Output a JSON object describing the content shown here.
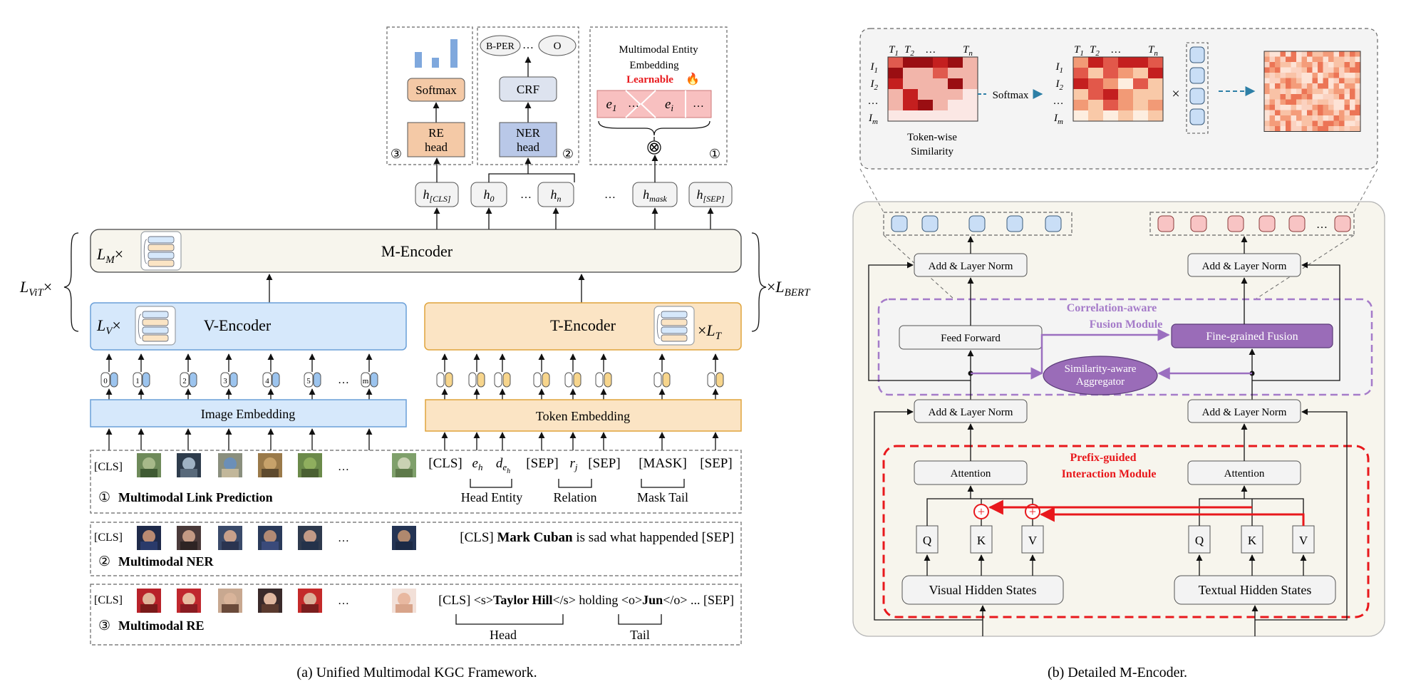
{
  "caption_a": "(a)  Unified Multimodal KGC Framework.",
  "caption_b": "(b)  Detailed M-Encoder.",
  "m_encoder": {
    "label": "M-Encoder",
    "repeat_prefix": "L",
    "repeat_sub": "M",
    "times": "×"
  },
  "v_encoder": {
    "label": "V-Encoder",
    "repeat_prefix": "L",
    "repeat_sub": "V",
    "times": "×"
  },
  "t_encoder": {
    "label": "T-Encoder",
    "repeat_prefix": "L",
    "repeat_sub": "T",
    "times": "×"
  },
  "side_left": {
    "prefix": "L",
    "sub": "ViT",
    "times": "×"
  },
  "side_right": {
    "prefix": "L",
    "sub": "BERT",
    "times": "×"
  },
  "image_embedding": "Image Embedding",
  "token_embedding": "Token Embedding",
  "image_patch_indices": [
    "0",
    "1",
    "2",
    "3",
    "4",
    "5",
    "…",
    "m"
  ],
  "top_panels": {
    "re": {
      "head": [
        "RE",
        "head"
      ],
      "softmax": "Softmax",
      "num": "③",
      "bar_heights": [
        0.55,
        0.35,
        1.0
      ]
    },
    "ner": {
      "head": [
        "NER",
        "head"
      ],
      "crf": "CRF",
      "tags": [
        "B-PER",
        "…",
        "O"
      ],
      "num": "②"
    },
    "mm": {
      "title1": "Multimodal Entity",
      "title2": "Embedding",
      "learnable": "Learnable",
      "fire": "🔥",
      "num": "①",
      "cells": [
        "e",
        "…",
        "e",
        "…"
      ],
      "cell_subs": [
        "1",
        "",
        "i",
        ""
      ],
      "otimes": "⊗"
    }
  },
  "hidden_states": [
    {
      "base": "h",
      "sub": "[CLS]"
    },
    {
      "base": "h",
      "sub": "0"
    },
    {
      "base": "…",
      "sub": ""
    },
    {
      "base": "h",
      "sub": "n"
    },
    {
      "base": "…",
      "sub": ""
    },
    {
      "base": "h",
      "sub": "mask"
    },
    {
      "base": "h",
      "sub": "[SEP]"
    }
  ],
  "link_pred": {
    "cls": "[CLS]",
    "ellipsis": "…",
    "num": "①",
    "title": "Multimodal Link Prediction",
    "tokens": [
      "[CLS]",
      "e",
      "d",
      "[SEP]",
      "r",
      "[SEP]",
      "[MASK]",
      "[SEP]"
    ],
    "token_subs": [
      "",
      "h",
      "e",
      "",
      "j",
      "",
      "",
      ""
    ],
    "token_subsub": [
      "",
      "",
      "h",
      "",
      "",
      "",
      "",
      ""
    ],
    "groups": [
      "Head Entity",
      "Relation",
      "Mask Tail"
    ]
  },
  "ner_row": {
    "cls": "[CLS]",
    "ellipsis": "…",
    "num": "②",
    "title": "Multimodal NER",
    "text_pre": "[CLS] ",
    "text_bold": "Mark Cuban",
    "text_post": " is sad what happended [SEP]"
  },
  "re_row": {
    "cls": "[CLS]",
    "ellipsis": "…",
    "num": "③",
    "title": "Multimodal RE",
    "t1": "[CLS] <s>",
    "t2": "Taylor Hill",
    "t3": "</s> holding <o>",
    "t4": "Jun",
    "t5": "</o> ... [SEP]",
    "head": "Head",
    "tail": "Tail"
  },
  "encoder_b": {
    "sim_label1": "Token-wise",
    "sim_label2": "Similarity",
    "softmax": "Softmax",
    "times": "×",
    "t_labels": [
      "T",
      "T",
      "…",
      "T"
    ],
    "t_subs": [
      "1",
      "2",
      "",
      "n"
    ],
    "i_labels": [
      "I",
      "I",
      "…",
      "I"
    ],
    "i_subs": [
      "1",
      "2",
      "",
      "m"
    ],
    "add_norm": "Add & Layer Norm",
    "feed_forward": "Feed Forward",
    "fine_grained": "Fine-grained Fusion",
    "sim_agg": [
      "Similarity-aware",
      "Aggregator"
    ],
    "cafm": [
      "Correlation-aware",
      "Fusion Module"
    ],
    "pgim": [
      "Prefix-guided",
      "Interaction Module"
    ],
    "attention": "Attention",
    "q": "Q",
    "k": "K",
    "v": "V",
    "visual_hidden": "Visual Hidden States",
    "textual_hidden": "Textual Hidden States",
    "out_ellipsis": "…"
  },
  "colors": {
    "blue_fill": "#d6e8fb",
    "blue_stroke": "#6a9fd8",
    "orange_fill": "#fbe4c4",
    "orange_stroke": "#e0a43c",
    "grey_fill": "#f4f1e8",
    "purple": "#9b6fc0",
    "purple_fill": "#9a6cb8",
    "red": "#e8181c",
    "re_fill": "#f4c9a6",
    "ner_fill": "#b9c8e8",
    "pink": "#f8c9c9"
  }
}
